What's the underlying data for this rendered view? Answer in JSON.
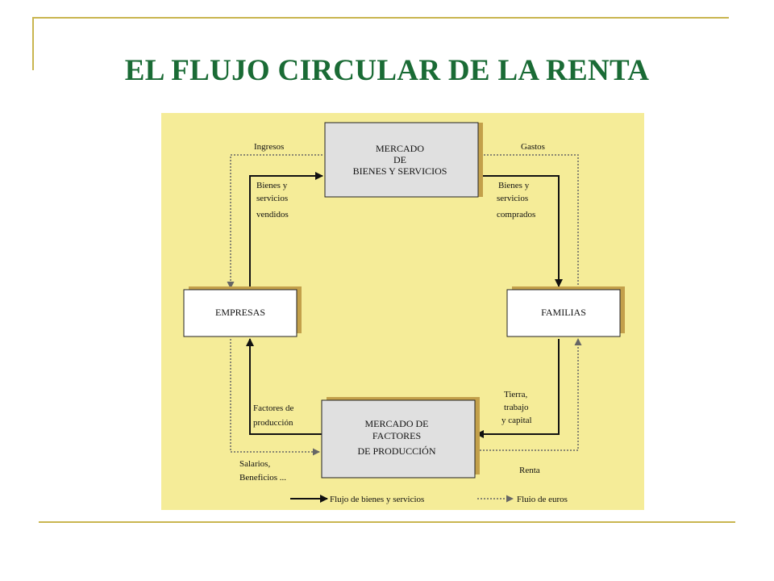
{
  "slide": {
    "title": "EL FLUJO CIRCULAR DE LA RENTA"
  },
  "colors": {
    "title": "#1a6b35",
    "rule": "#c9b550",
    "diagram_background": "#f5ec98",
    "market_box": "#e0e0e0",
    "agent_box": "#ffffff",
    "box_shadow": "#c3a04a",
    "goods_flow": "#111111",
    "money_flow": "#666666"
  },
  "diagram": {
    "nodes": {
      "goods_market": {
        "lines": [
          "MERCADO",
          "DE",
          "BIENES Y SERVICIOS"
        ]
      },
      "firms": {
        "label": "EMPRESAS"
      },
      "households": {
        "label": "FAMILIAS"
      },
      "factor_market": {
        "lines": [
          "MERCADO DE",
          "FACTORES",
          "DE PRODUCCIÓN"
        ]
      }
    },
    "flow_labels": {
      "revenue": "Ingresos",
      "spending": "Gastos",
      "goods_sold": [
        "Bienes y",
        "servicios",
        "vendidos"
      ],
      "goods_bought": [
        "Bienes y",
        "servicios",
        "comprados"
      ],
      "factors_of_production": [
        "Factores de",
        "producción"
      ],
      "land_labor_capital": [
        "Tierra,",
        "trabajo",
        "y capital"
      ],
      "wages_profits": [
        "Salarios,",
        "Beneficios ..."
      ],
      "income": "Renta"
    },
    "legend": {
      "goods_flow": "Flujo de bienes y servicios",
      "money_flow": "Fluio de euros"
    }
  }
}
